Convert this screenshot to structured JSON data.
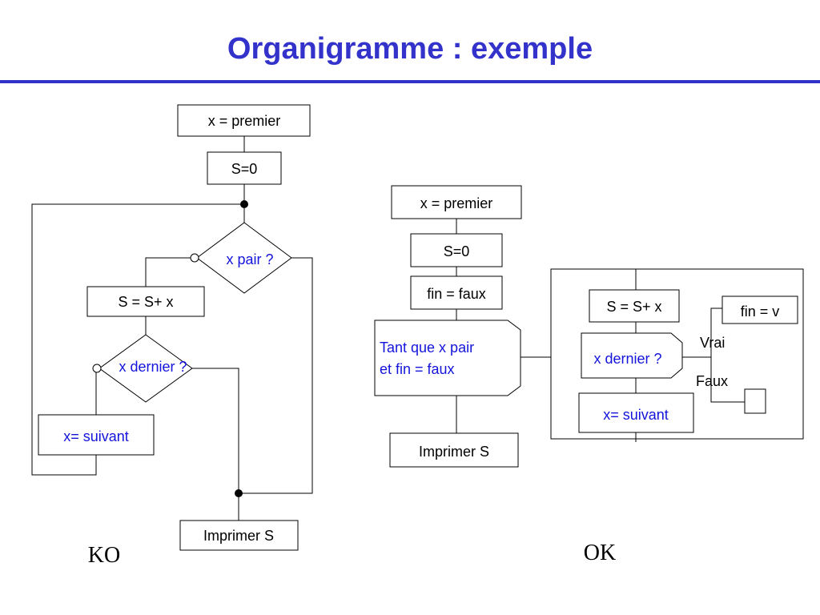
{
  "slide": {
    "title": "Organigramme : exemple"
  },
  "colors": {
    "title": "#3333cc",
    "blue_text": "#1414dc"
  },
  "ko_flowchart": {
    "init": "x = premier",
    "sum_init": "S=0",
    "test_pair": "x pair ?",
    "add": "S = S+ x",
    "test_last": "x dernier ?",
    "next": "x= suivant",
    "print": "Imprimer S",
    "verdict": "KO"
  },
  "ok_flowchart": {
    "init": "x = premier",
    "sum_init": "S=0",
    "flag_init": "fin = faux",
    "loop_line1": "Tant que x pair",
    "loop_line2": "et fin = faux",
    "print": "Imprimer S",
    "body": {
      "add": "S = S+ x",
      "test_last": "x dernier ?",
      "true_label": "Vrai",
      "false_label": "Faux",
      "set_flag": "fin = v",
      "next": "x= suivant"
    },
    "verdict": "OK"
  }
}
